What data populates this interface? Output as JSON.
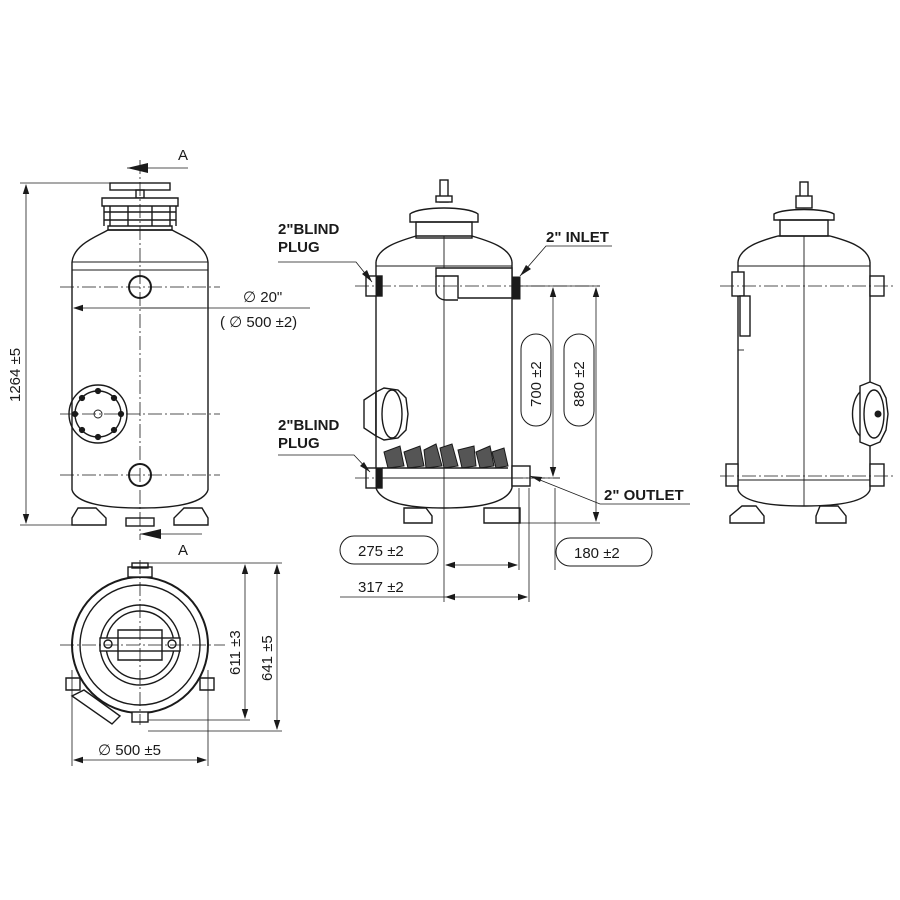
{
  "labels": {
    "section_top": "A",
    "section_bottom": "A",
    "blind_plug_top_1": "2\"BLIND",
    "blind_plug_top_2": "PLUG",
    "blind_plug_bot_1": "2\"BLIND",
    "blind_plug_bot_2": "PLUG",
    "inlet": "2\" INLET",
    "outlet": "2\" OUTLET"
  },
  "dimensions": {
    "height_total": "1264 ±5",
    "diameter_inch": "∅ 20\"",
    "diameter_mm": "( ∅ 500 ±2)",
    "inlet_height": "700 ±2",
    "inlet_height_2": "880 ±2",
    "offset_275": "275 ±2",
    "offset_317": "317 ±2",
    "offset_180": "180 ±2",
    "top_611": "611 ±3",
    "top_641": "641 ±5",
    "top_diameter": "∅ 500 ±5"
  }
}
